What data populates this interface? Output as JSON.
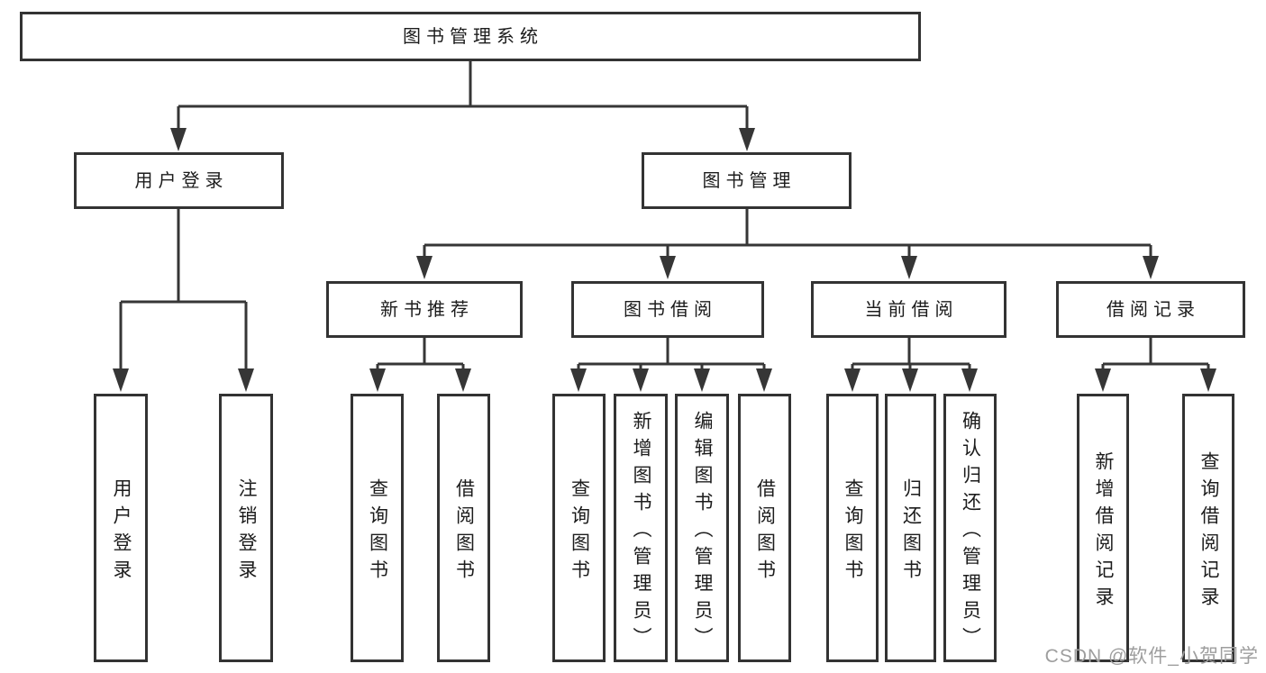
{
  "tree": {
    "root": {
      "label": "图书管理系统"
    },
    "branches": [
      {
        "label": "用户登录",
        "children": [
          {
            "label": "用户登录"
          },
          {
            "label": "注销登录"
          }
        ]
      },
      {
        "label": "图书管理",
        "children": [
          {
            "label": "新书推荐",
            "children": [
              {
                "label": "查询图书"
              },
              {
                "label": "借阅图书"
              }
            ]
          },
          {
            "label": "图书借阅",
            "children": [
              {
                "label": "查询图书"
              },
              {
                "label": "新增图书（管理员）"
              },
              {
                "label": "编辑图书（管理员）"
              },
              {
                "label": "借阅图书"
              }
            ]
          },
          {
            "label": "当前借阅",
            "children": [
              {
                "label": "查询图书"
              },
              {
                "label": "归还图书"
              },
              {
                "label": "确认归还（管理员）"
              }
            ]
          },
          {
            "label": "借阅记录",
            "children": [
              {
                "label": "新增借阅记录"
              },
              {
                "label": "查询借阅记录"
              }
            ]
          }
        ]
      }
    ]
  },
  "watermark": {
    "text": "CSDN @软件_小贺同学"
  },
  "colors": {
    "line": "#363636",
    "box_border": "#333333",
    "text": "#1c1c1c",
    "background": "#ffffff",
    "watermark": "#9e9e9e"
  }
}
